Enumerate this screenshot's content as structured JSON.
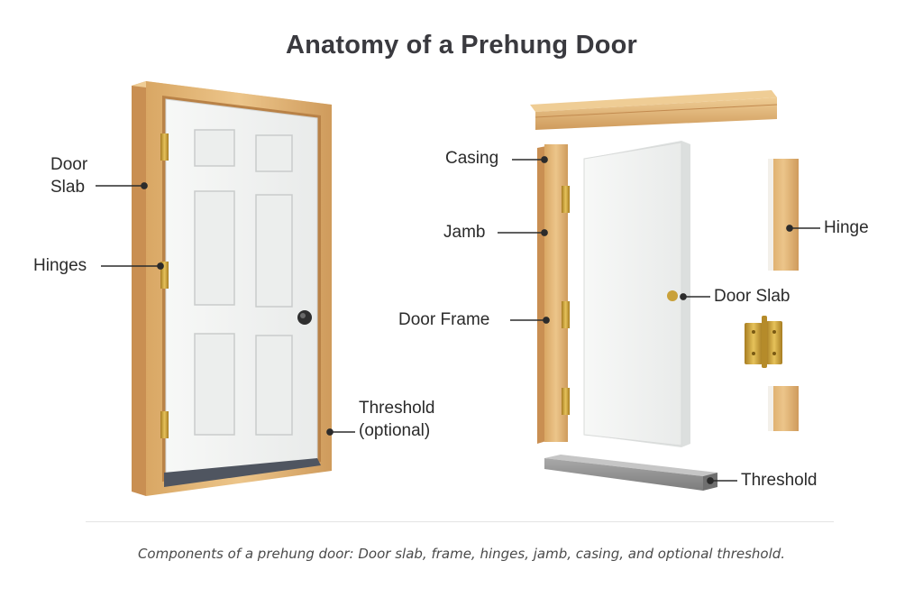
{
  "title": "Anatomy of a Prehung Door",
  "labels": {
    "door_slab_left": [
      "Door",
      "Slab"
    ],
    "hinges": "Hinges",
    "threshold_optional": [
      "Threshold",
      "(optional)"
    ],
    "casing": "Casing",
    "jamb": "Jamb",
    "door_frame": "Door Frame",
    "door_slab_right": "Door Slab",
    "hinge": "Hinge",
    "threshold": "Threshold"
  },
  "caption": "Components of a prehung door: Door slab, frame, hinges, jamb, casing, and optional threshold.",
  "colors": {
    "wood": "#e3b877",
    "wood_dark": "#c9955a",
    "door_white": "#f3f4f3",
    "hinge_brass": "#c9a13a",
    "threshold_grey": "#8e8e8e",
    "text": "#2b2b2b"
  }
}
